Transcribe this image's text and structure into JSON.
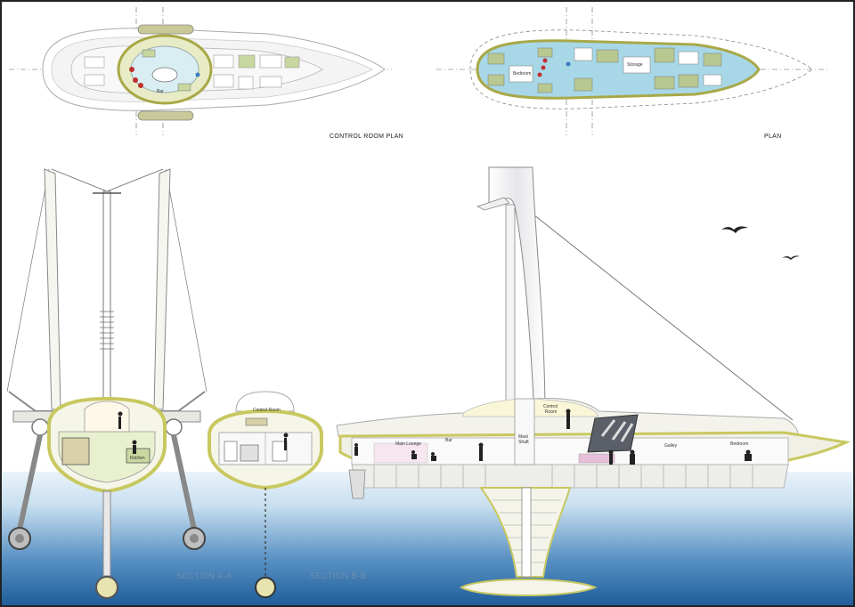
{
  "labels": {
    "control_room_plan": "CONTROL ROOM PLAN",
    "plan": "PLAN",
    "section_a": "SECTION A-A",
    "section_b": "SECTION B-B"
  },
  "rooms": {
    "control_room": "Control Room",
    "main_lounge": "Main Lounge",
    "bar": "Bar",
    "mast_shaft_1": "Mast",
    "mast_shaft_2": "Shaft",
    "control_room_side_1": "Control",
    "control_room_side_2": "Room",
    "galley": "Galley",
    "bedroom": "Bedroom",
    "kitchen": "Kitchen",
    "plan_bedroom": "Bedroom",
    "plan_storage": "Storage",
    "plan_bar": "Bar"
  },
  "colors": {
    "water_top": "#c9e0f0",
    "water_bottom": "#1f5d9a",
    "hull_outline": "#c8c860",
    "floor_blue": "#a8d8e8",
    "room_green": "#b8c890"
  }
}
